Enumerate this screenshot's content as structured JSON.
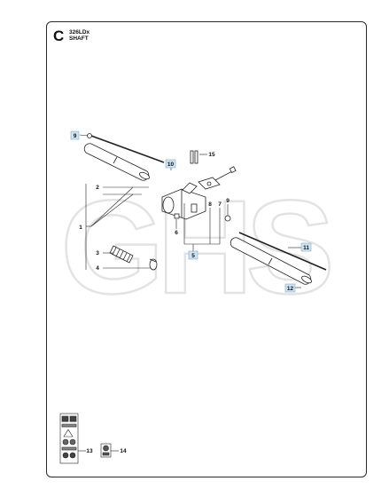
{
  "header": {
    "section_letter": "C",
    "model": "326LDx",
    "title": "SHAFT"
  },
  "watermark": {
    "text": "GHS"
  },
  "callouts": {
    "c1": "1",
    "c2": "2",
    "c3": "3",
    "c4": "4",
    "c5": "5",
    "c6": "6",
    "c7": "7",
    "c8": "8",
    "c9a": "9",
    "c9b": "9",
    "c10": "10",
    "c11": "11",
    "c12": "12",
    "c13": "13",
    "c14": "14",
    "c15": "15"
  },
  "colors": {
    "line": "#222222",
    "callout_box": "#cfe3f0",
    "watermark": "#e6e6e6"
  }
}
